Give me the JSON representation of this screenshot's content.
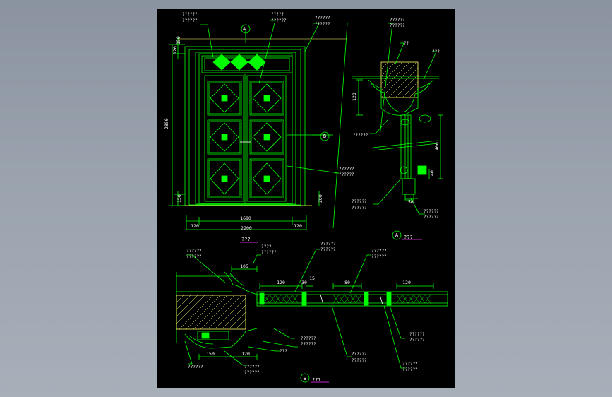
{
  "colors": {
    "background": "#9aa3ae",
    "sheet": "#000000",
    "outline": "#00ff00",
    "text": "#ffffff",
    "hatch": "#ffff66",
    "magenta": "#ff33ff",
    "accent_fill": "#00ff00"
  },
  "elevation": {
    "labels": {
      "top_left": "??????",
      "top_center": "?????",
      "top_right": "??????",
      "mid_right": "??????",
      "bottom_right": "??????"
    },
    "section_markers": {
      "a": "A",
      "b": "B"
    },
    "dims": {
      "overall_height": "2850",
      "top_a": "120",
      "top_b": "150",
      "bottom_a": "150",
      "bottom_right": "200",
      "inner_width": "1680",
      "left_margin": "120",
      "right_margin": "120",
      "overall_width": "2200"
    },
    "title": "???"
  },
  "detail_a": {
    "labels": {
      "top": "??????",
      "top2": "??",
      "right": "???",
      "left": "??????",
      "bottom_left": "??????",
      "bottom_right": "??????"
    },
    "dims": {
      "d120": "120",
      "d400": "400",
      "d40": "40",
      "d50": "50"
    },
    "marker": "A",
    "title": "???"
  },
  "detail_b": {
    "labels": {
      "tl": "??????",
      "tc": "????",
      "t1": "??????",
      "t2": "??????",
      "bl": "??????",
      "b1": "??????",
      "b2": "??????",
      "b3": "???",
      "b4": "??????",
      "b5": "??????",
      "b6": "??????",
      "b7": "??????"
    },
    "dims": {
      "d105": "105",
      "d120a": "120",
      "d30": "30",
      "d15": "15",
      "d80": "80",
      "d120b": "120",
      "d150": "150",
      "d120c": "120"
    },
    "marker": "B",
    "title": "???"
  }
}
